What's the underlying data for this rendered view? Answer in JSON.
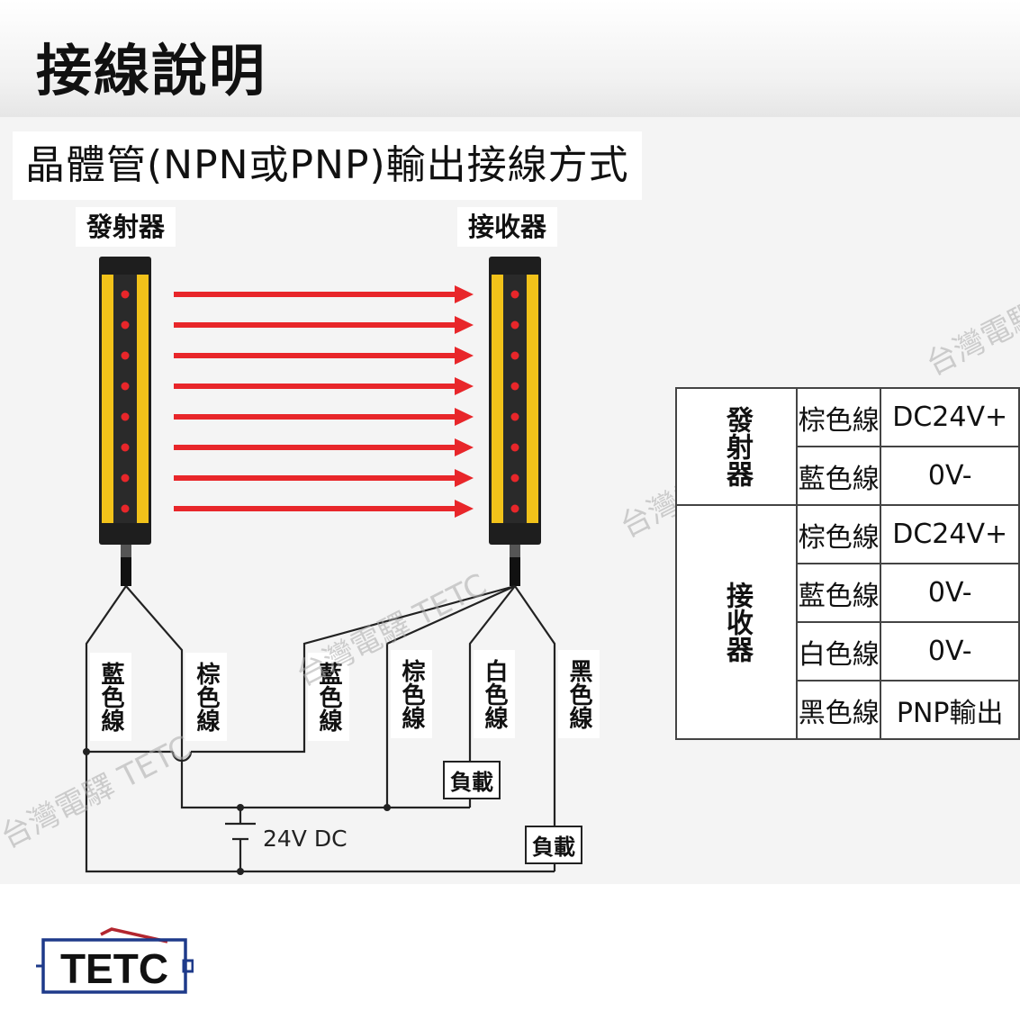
{
  "header": {
    "title": "接線說明"
  },
  "subtitle": "晶體管(NPN或PNP)輸出接線方式",
  "devices": {
    "emitter": "發射器",
    "receiver": "接收器"
  },
  "wires": {
    "emitter_blue": "藍色線",
    "emitter_brown": "棕色線",
    "receiver_blue": "藍色線",
    "receiver_brown": "棕色線",
    "receiver_white": "白色線",
    "receiver_black": "黑色線"
  },
  "loads": {
    "white_load": "負載",
    "black_load": "負載"
  },
  "supply": "24V DC",
  "watermark": "台灣電驛 TETC",
  "table": {
    "emitter_group": "發射器",
    "receiver_group": "接收器",
    "rows": [
      {
        "wire": "棕色線",
        "value": "DC24V+"
      },
      {
        "wire": "藍色線",
        "value": "0V-"
      },
      {
        "wire": "棕色線",
        "value": "DC24V+"
      },
      {
        "wire": "藍色線",
        "value": "0V-"
      },
      {
        "wire": "白色線",
        "value": "0V-"
      },
      {
        "wire": "黑色線",
        "value": "PNP輸出"
      }
    ]
  },
  "logo": {
    "text": "TETC"
  },
  "colors": {
    "housing": "#f2c21a",
    "beam": "#e8262a",
    "led": "#e8262a",
    "logo": "#1e3a8a",
    "logo_accent": "#b3262f"
  }
}
